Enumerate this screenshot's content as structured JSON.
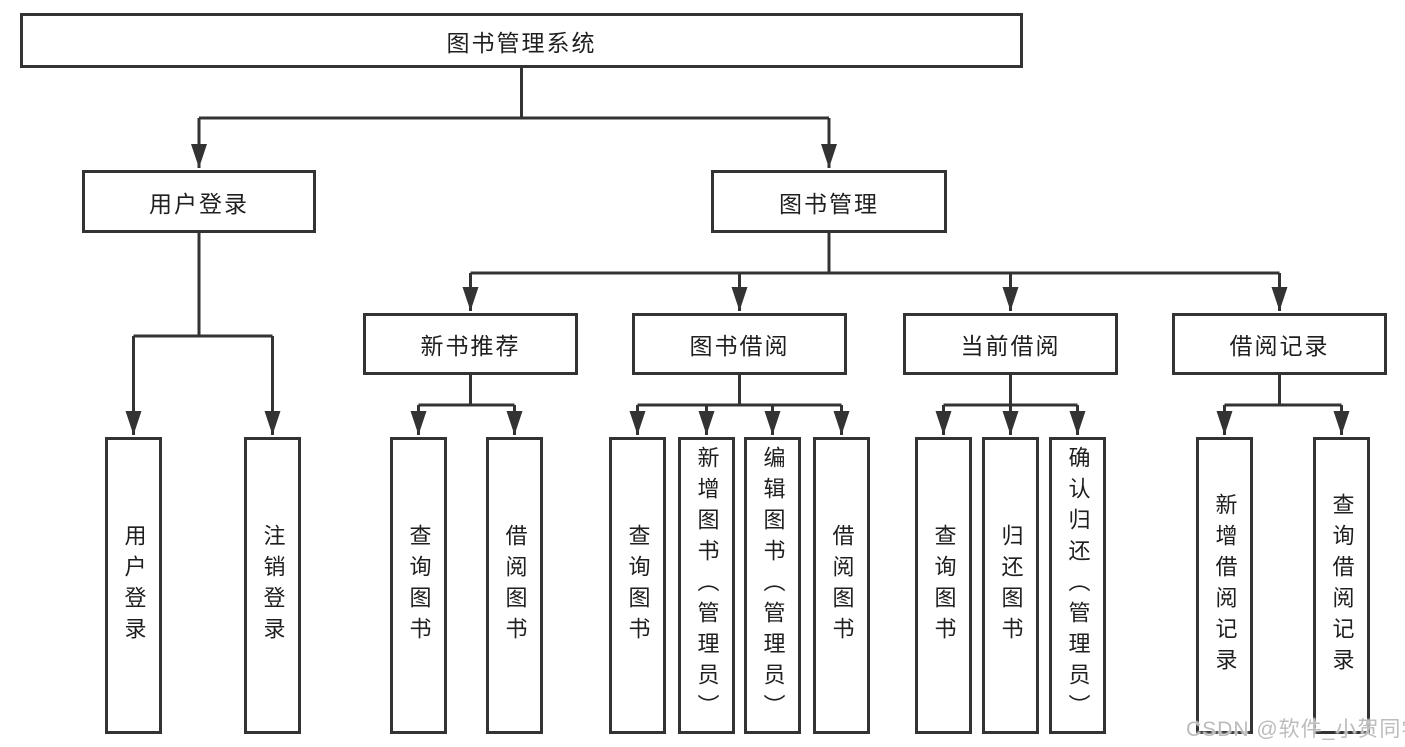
{
  "colors": {
    "line": "#333333",
    "box_border": "#333333",
    "box_background": "#ffffff",
    "text": "#1f1f1f",
    "watermark": "#bcbcbc"
  },
  "diagram": {
    "root": {
      "label": "图书管理系统"
    },
    "branches": [
      {
        "label": "用户登录",
        "children": [
          {
            "label": "用户登录"
          },
          {
            "label": "注销登录"
          }
        ]
      },
      {
        "label": "图书管理",
        "children": [
          {
            "label": "新书推荐",
            "children": [
              {
                "label": "查询图书"
              },
              {
                "label": "借阅图书"
              }
            ]
          },
          {
            "label": "图书借阅",
            "children": [
              {
                "label": "查询图书"
              },
              {
                "label": "新增图书（管理员）"
              },
              {
                "label": "编辑图书（管理员）"
              },
              {
                "label": "借阅图书"
              }
            ]
          },
          {
            "label": "当前借阅",
            "children": [
              {
                "label": "查询图书"
              },
              {
                "label": "归还图书"
              },
              {
                "label": "确认归还（管理员）"
              }
            ]
          },
          {
            "label": "借阅记录",
            "children": [
              {
                "label": "新增借阅记录"
              },
              {
                "label": "查询借阅记录"
              }
            ]
          }
        ]
      }
    ]
  },
  "watermark": {
    "text": "CSDN @软件_小贺同学"
  }
}
